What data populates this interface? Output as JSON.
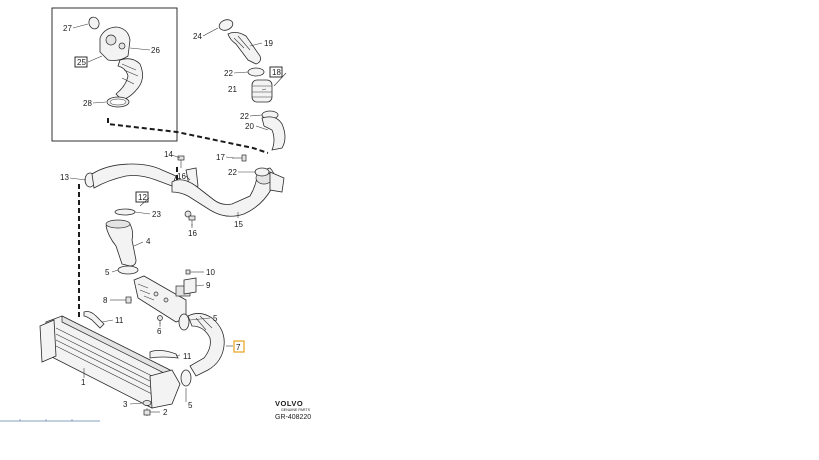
{
  "callouts": {
    "c1": "1",
    "c2": "2",
    "c3": "3",
    "c4": "4",
    "c5a": "5",
    "c5b": "5",
    "c5c": "5",
    "c6": "6",
    "c7": "7",
    "c8": "8",
    "c9": "9",
    "c10": "10",
    "c11a": "11",
    "c11b": "11",
    "c12": "12",
    "c13": "13",
    "c14": "14",
    "c15": "15",
    "c16a": "16",
    "c16b": "16",
    "c17": "17",
    "c18": "18",
    "c19": "19",
    "c20": "20",
    "c21": "21",
    "c22a": "22",
    "c22b": "22",
    "c22c": "22",
    "c23": "23",
    "c24": "24",
    "c25": "25",
    "c26": "26",
    "c27": "27",
    "c28": "28"
  },
  "highlighted_part": "7",
  "brand": {
    "name": "VOLVO",
    "tagline": "GENUINE PARTS"
  },
  "reference": "GR-408220",
  "colors": {
    "highlight": "#e7a21a",
    "ink": "#1a1a1a",
    "part_fill": "#f3f3f3"
  }
}
